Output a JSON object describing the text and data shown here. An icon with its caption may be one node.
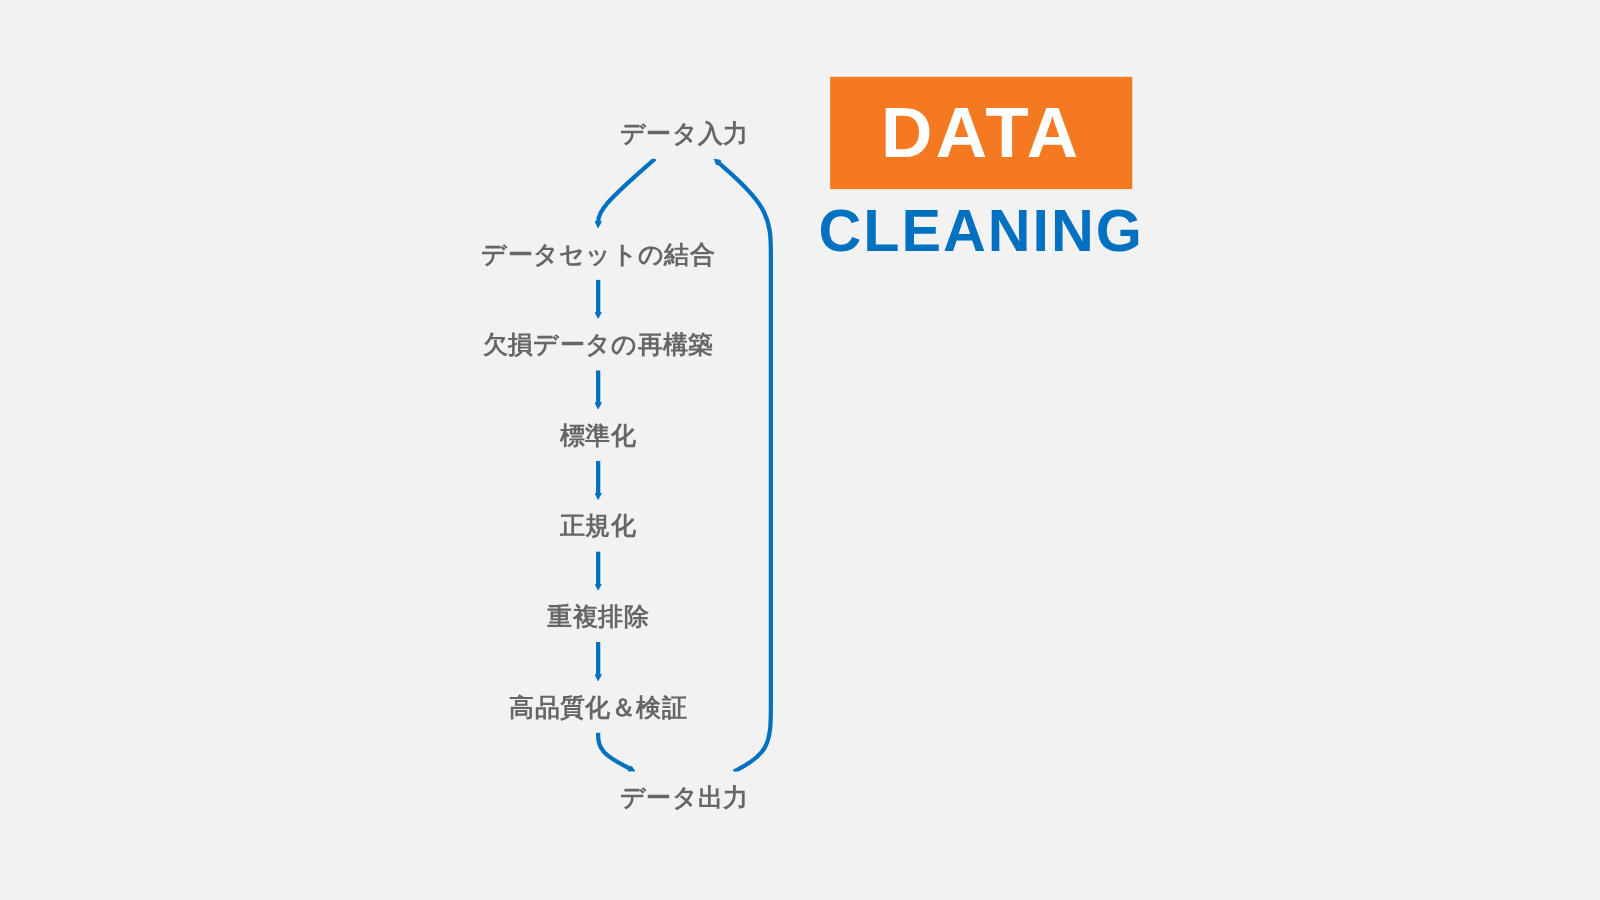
{
  "diagram": {
    "nodes": [
      {
        "text": [
          "データ入力"
        ]
      },
      {
        "text": [
          "データセットの結合"
        ]
      },
      {
        "text": [
          "欠損データの再構築"
        ]
      },
      {
        "text": [
          "標準化"
        ]
      },
      {
        "text": [
          "正規化"
        ]
      },
      {
        "text": [
          "重複排除"
        ]
      },
      {
        "text": [
          "高品質化＆検証"
        ]
      },
      {
        "text": [
          "データ出力"
        ]
      },
      {
        "text": [
          "DATA"
        ],
        "beside": [
          "CLEANING"
        ]
      }
    ],
    "edges": [
      {
        "from": 0,
        "to": 1,
        "arrow": "to"
      },
      {
        "from": 1,
        "to": 2,
        "arrow": "to"
      },
      {
        "from": 2,
        "to": 3,
        "arrow": "to"
      },
      {
        "from": 3,
        "to": 4,
        "arrow": "to"
      },
      {
        "from": 4,
        "to": 5,
        "arrow": "to"
      },
      {
        "from": 5,
        "to": 6,
        "arrow": "to"
      },
      {
        "from": 6,
        "to": 7,
        "arrow": "to"
      },
      {
        "from": 7,
        "to": 0,
        "arrow": "to"
      }
    ]
  }
}
